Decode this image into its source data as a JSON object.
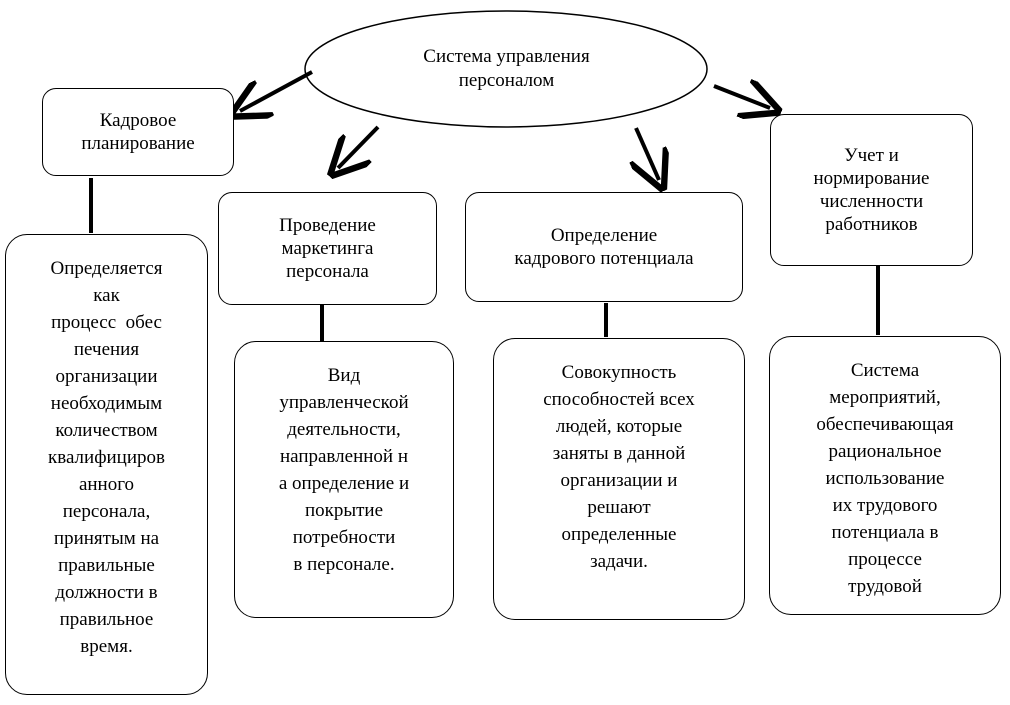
{
  "root": {
    "lines": [
      "Система управления",
      "персоналом"
    ]
  },
  "branches": [
    {
      "id": "planning",
      "title_lines": [
        "Кадровое",
        "планирование"
      ],
      "desc_lines": [
        "Определяется",
        "как",
        "процесс  обес",
        "печения",
        "организации",
        "необходимым",
        "количеством",
        "квалифициров",
        "анного",
        "персонала,",
        "принятым на",
        "правильные",
        "должности в",
        "правильное",
        "время."
      ]
    },
    {
      "id": "marketing",
      "title_lines": [
        "Проведение",
        "маркетинга",
        "персонала"
      ],
      "desc_lines": [
        "Вид",
        "управленческой",
        "деятельности,",
        "направленной н",
        "а определение и",
        "покрытие",
        "потребности",
        "в персонале."
      ]
    },
    {
      "id": "potential",
      "title_lines": [
        "Определение",
        "кадрового потенциала"
      ],
      "desc_lines": [
        "Совокупность",
        "способностей всех",
        "людей, которые",
        "заняты в данной",
        "организации и",
        "решают",
        "определенные",
        "задачи."
      ]
    },
    {
      "id": "accounting",
      "title_lines": [
        "Учет и",
        "нормирование",
        "численности",
        "работников"
      ],
      "desc_lines": [
        "Система",
        "мероприятий,",
        "обеспечивающая",
        "рациональное",
        "использование",
        "их трудового",
        "потенциала в",
        "процессе",
        "трудовой"
      ]
    }
  ]
}
